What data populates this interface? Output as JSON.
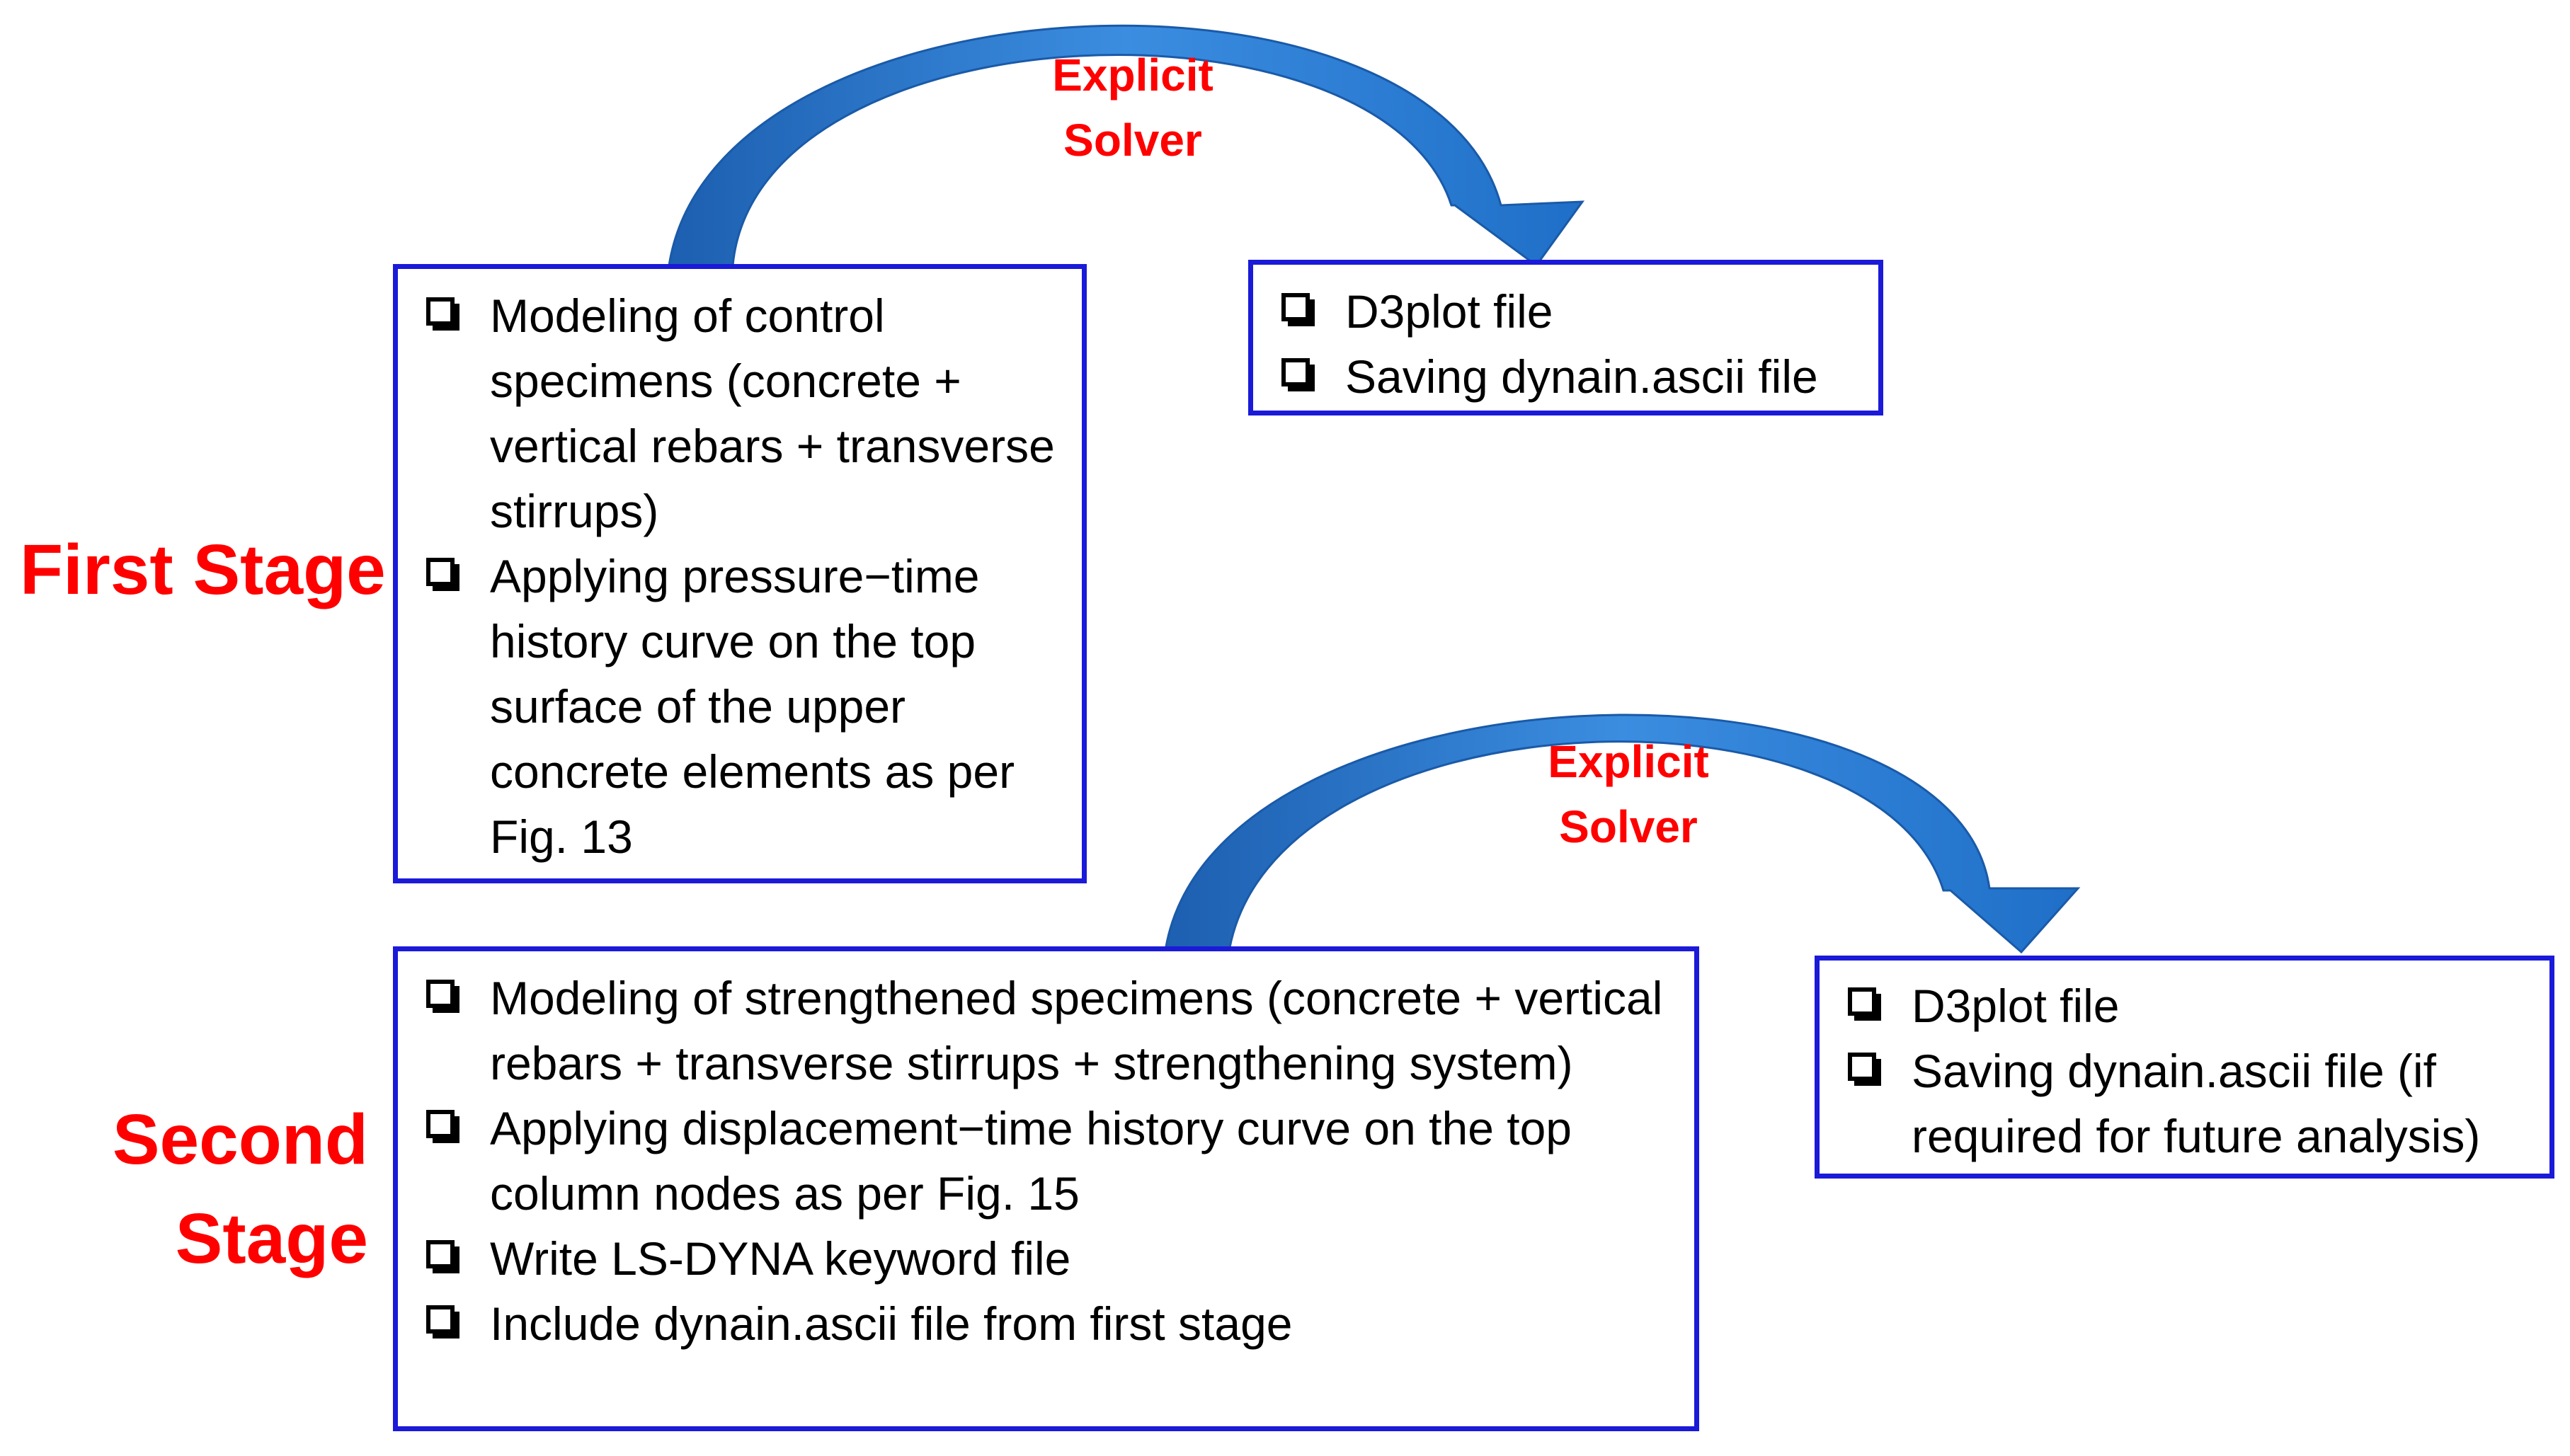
{
  "stages": {
    "first": {
      "label": "First Stage",
      "solver": {
        "line1": "Explicit",
        "line2": "Solver"
      },
      "input_items": [
        "Modeling of control specimens (concrete + vertical rebars + transverse stirrups)",
        "Applying pressure−time history curve on the top surface of the upper concrete elements as per Fig. 13"
      ],
      "output_items": [
        "D3plot file",
        "Saving dynain.ascii file"
      ]
    },
    "second": {
      "label_line1": "Second",
      "label_line2": "Stage",
      "solver": {
        "line1": "Explicit",
        "line2": "Solver"
      },
      "input_items": [
        "Modeling of strengthened specimens (concrete + vertical rebars + transverse stirrups + strengthening system)",
        "Applying displacement−time history curve on the top column nodes as per Fig. 15",
        "Write LS-DYNA keyword file",
        "Include dynain.ascii file from first stage"
      ],
      "output_items": [
        "D3plot file",
        "Saving dynain.ascii file (if required for future analysis)"
      ]
    }
  },
  "colors": {
    "label_red": "#ff0000",
    "box_border": "#1a1ad8",
    "arrow_blue": "#1f6fc8"
  }
}
